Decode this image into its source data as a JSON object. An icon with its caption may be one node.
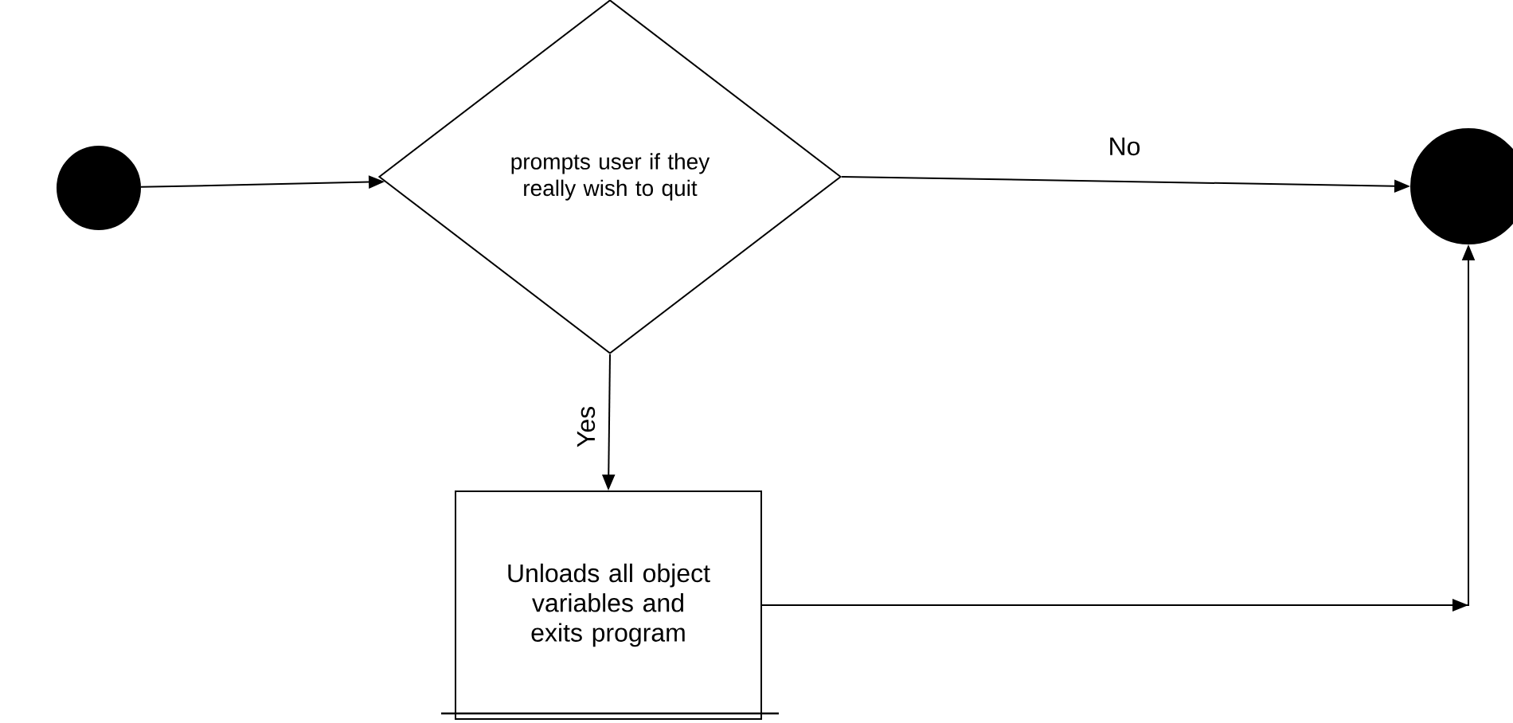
{
  "diagram": {
    "nodes": [
      {
        "text": [],
        "shape": "circle"
      },
      {
        "text": [
          "prompts user if they really wish to quit"
        ]
      },
      {
        "text": [
          "Unloads all object variables and exits program"
        ]
      },
      {
        "text": [],
        "shape": "circle"
      }
    ],
    "edges": [
      {
        "from": 0,
        "to": 1,
        "arrow": "to"
      },
      {
        "from": 1,
        "to": 3,
        "arrow": "to",
        "label": "No"
      },
      {
        "from": 1,
        "to": 2,
        "arrow": "to",
        "label": "Yes"
      },
      {
        "from": 2,
        "to": 3,
        "arrow": "to"
      }
    ]
  }
}
